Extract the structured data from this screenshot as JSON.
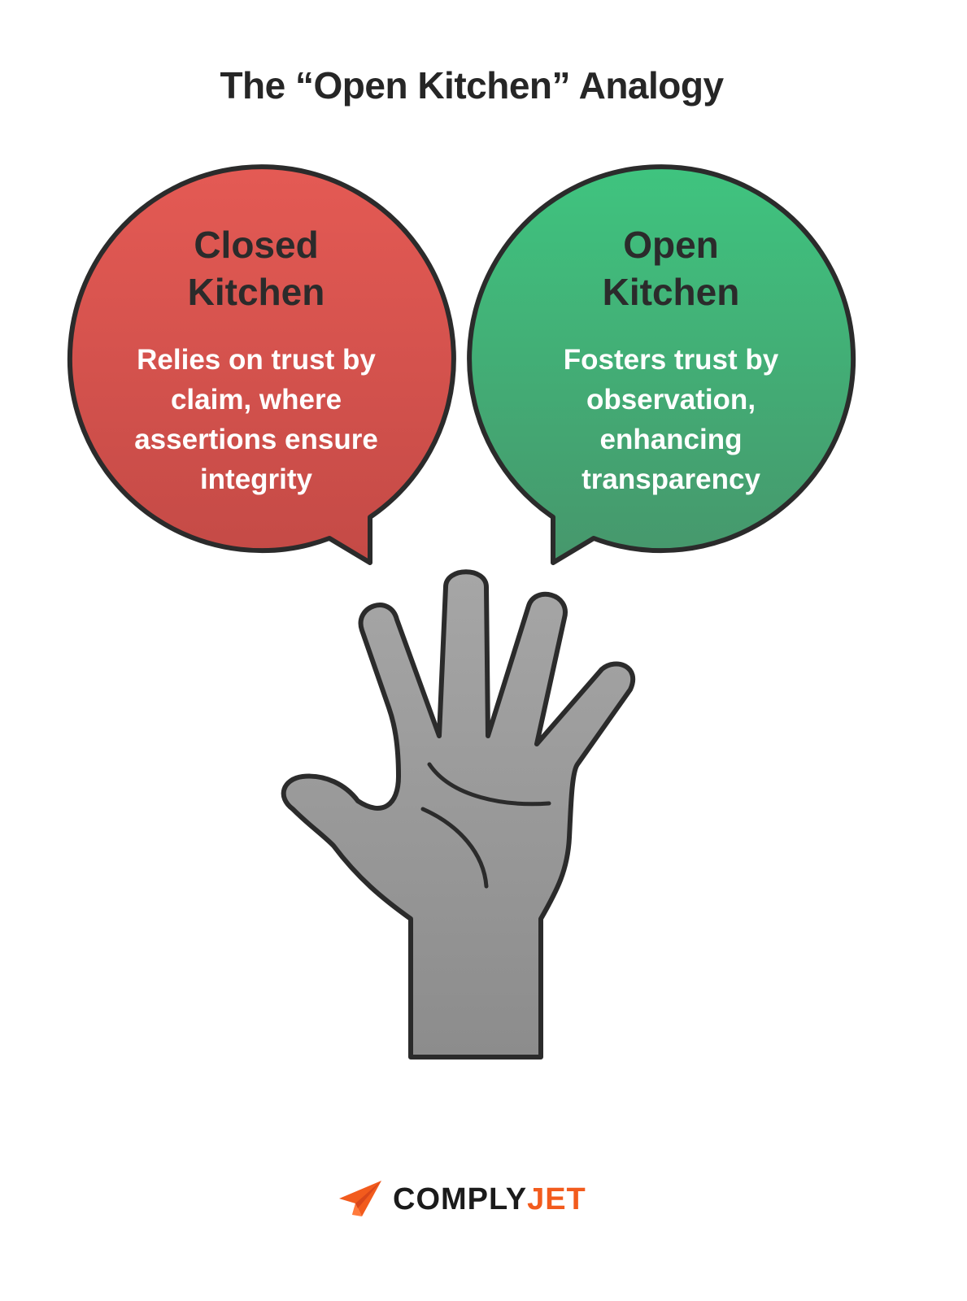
{
  "title": "The “Open Kitchen” Analogy",
  "bubbles": [
    {
      "heading_line1": "Closed",
      "heading_line2": "Kitchen",
      "body_lines": [
        "Relies on trust by",
        "claim, where",
        "assertions ensure",
        "integrity"
      ],
      "color_top": "#e45a54",
      "color_bottom": "#c44a46"
    },
    {
      "heading_line1": "Open",
      "heading_line2": "Kitchen",
      "body_lines": [
        "Fosters trust by",
        "observation,",
        "enhancing",
        "transparency"
      ],
      "color_top": "#3fc47f",
      "color_bottom": "#46976c"
    }
  ],
  "hand": {
    "icon": "raised-hand-icon",
    "fill": "#9a9a9a"
  },
  "logo": {
    "word_part1": "COMPLY",
    "word_part2": "JET",
    "icon": "paper-plane-icon",
    "accent": "#f25b1d"
  }
}
